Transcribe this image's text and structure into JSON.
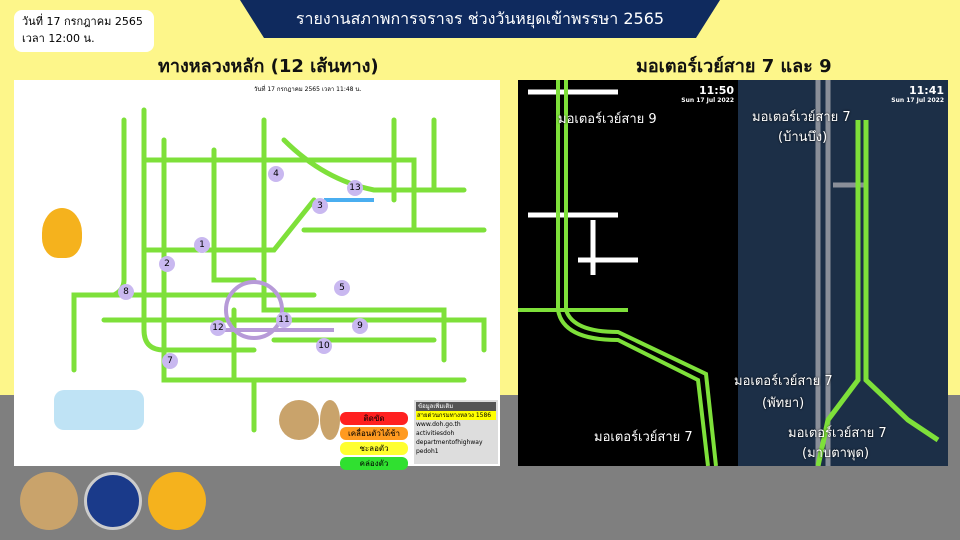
{
  "header": {
    "title": "รายงานสภาพการจราจร ช่วงวันหยุดเข้าพรรษา 2565",
    "date": "วันที่ 17 กรกฎาคม 2565",
    "time": "เวลา 12:00 น."
  },
  "left": {
    "heading": "ทางหลวงหลัก (12 เส้นทาง)",
    "map_date": "วันที่ 17 กรกฎาคม 2565 เวลา 11:48 น.",
    "route_numbers": [
      "1",
      "2",
      "3",
      "4",
      "5",
      "7",
      "8",
      "9",
      "10",
      "11",
      "12",
      "13"
    ],
    "legend": [
      {
        "label": "ติดขัด",
        "color": "#ff2020"
      },
      {
        "label": "เคลื่อนตัวได้ช้า",
        "color": "#ff9a20"
      },
      {
        "label": "ชะลอตัว",
        "color": "#ffff30"
      },
      {
        "label": "คล่องตัว",
        "color": "#30e030"
      }
    ],
    "info": {
      "title": "ข้อมูลเพิ่มเติม",
      "hotline": "สายด่วนกรมทางหลวง 1586",
      "web": "www.doh.go.th",
      "facebook": "activitiesdoh",
      "twitter": "departmentofhighway",
      "line": "pedoh1"
    }
  },
  "right": {
    "heading": "มอเตอร์เวย์สาย 7 และ 9",
    "m9": {
      "time": "11:50",
      "date": "Sun 17 Jul 2022",
      "label_top": "มอเตอร์เวย์สาย 9",
      "label_bottom": "มอเตอร์เวย์สาย 7"
    },
    "m7": {
      "time": "11:41",
      "date": "Sun 17 Jul 2022",
      "label_top": "มอเตอร์เวย์สาย 7",
      "label_top2": "(บ้านบึง)",
      "label_mid": "มอเตอร์เวย์สาย 7",
      "label_mid2": "(พัทยา)",
      "label_bot": "มอเตอร์เวย์สาย 7",
      "label_bot2": "(มาบตาพุด)"
    }
  },
  "colors": {
    "banner": "#0f2a5e",
    "background": "#fdf68a",
    "flow": "#7ee03a"
  }
}
